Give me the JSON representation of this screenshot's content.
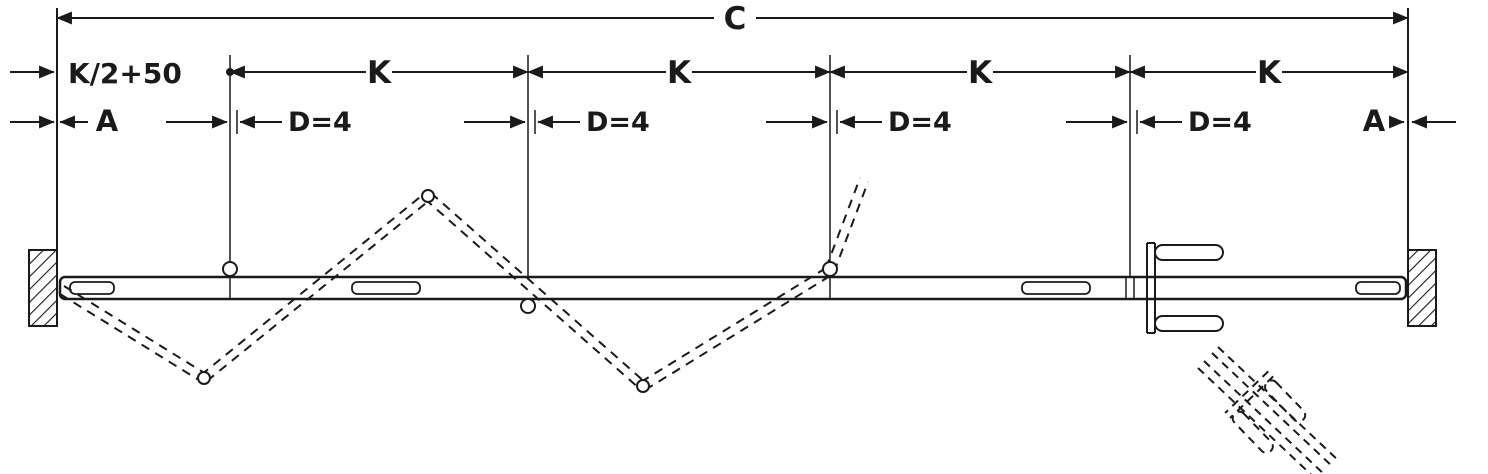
{
  "diagram": {
    "labels": {
      "total_width": "C",
      "first_panel": "K/2+50",
      "panel_width": "K",
      "panel_gap": "D=4",
      "side_clearance": "A"
    },
    "colors": {
      "line": "#1a1a1a",
      "background": "#ffffff"
    }
  }
}
